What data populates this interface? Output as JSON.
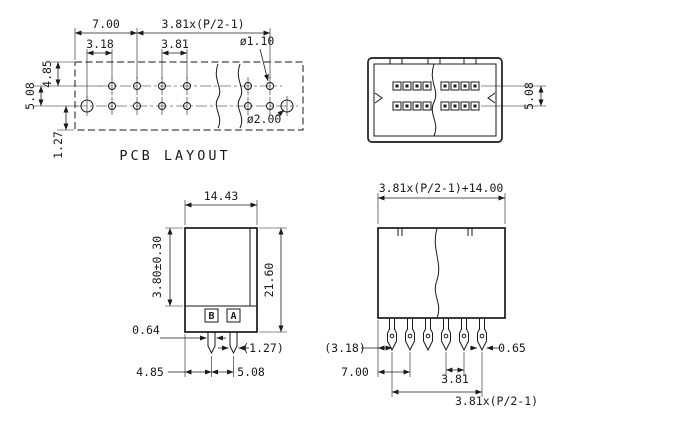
{
  "colors": {
    "line": "#1a1a1a",
    "background": "#ffffff"
  },
  "pcb": {
    "caption": "PCB LAYOUT",
    "dim_edge_to_col2": "7.00",
    "dim_pitch_span": "3.81x(P/2-1)",
    "dim_top_margin": "4.85",
    "dim_col_offset": "3.18",
    "dim_pitch": "3.81",
    "dim_row_spacing": "5.08",
    "dim_bottom_offset": "1.27",
    "dim_signal_hole": "ø1.10",
    "dim_mount_hole": "ø2.00"
  },
  "front": {
    "dim_row_spacing": "5.08"
  },
  "side": {
    "dim_width": "14.43",
    "dim_height": "21.60",
    "dim_standoff": "3.80±0.30",
    "dim_pin_thickness": "0.64",
    "dim_pin_offset": "(1.27)",
    "dim_row_a": "4.85",
    "dim_row_b": "5.08",
    "label_b": "B",
    "label_a": "A"
  },
  "bottom_view": {
    "dim_total_width": "3.81x(P/2-1)+14.00",
    "dim_end_offset": "(3.18)",
    "dim_edge_to_pin": "7.00",
    "dim_pin_pitch": "3.81",
    "dim_pin_width": "0.65",
    "dim_pitch_span": "3.81x(P/2-1)"
  }
}
